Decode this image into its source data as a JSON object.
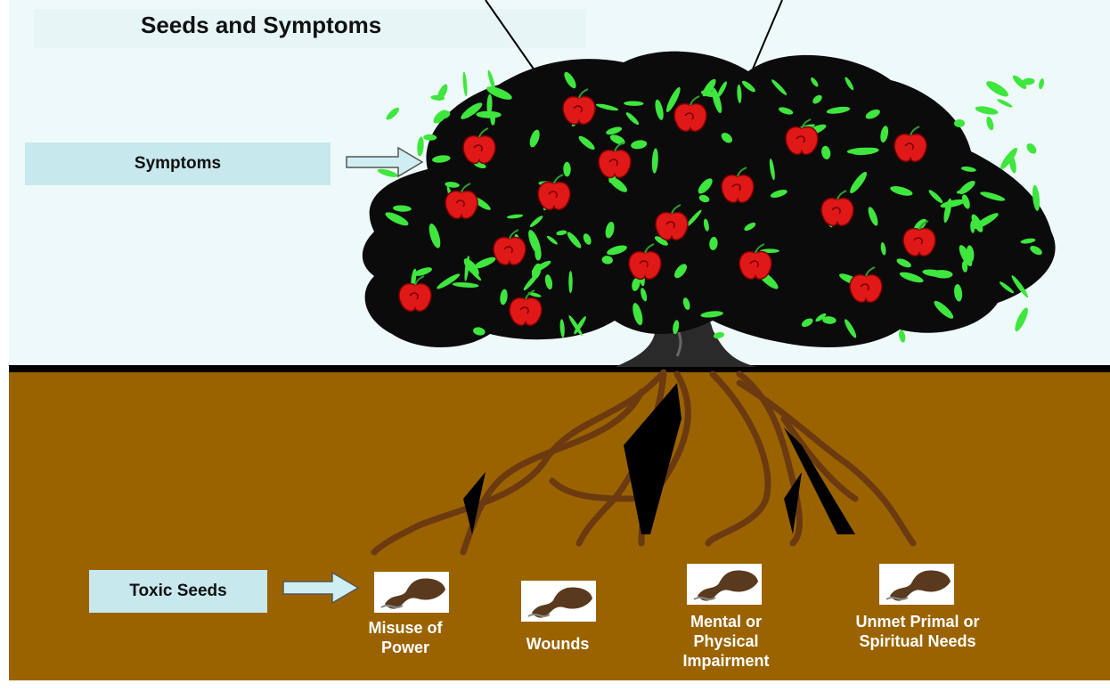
{
  "title": "Seeds and Symptoms",
  "labels": {
    "symptoms": "Symptoms",
    "toxic_seeds": "Toxic Seeds"
  },
  "seeds": [
    {
      "caption": "Misuse of Power"
    },
    {
      "caption": "Wounds"
    },
    {
      "caption": "Mental or Physical Impairment"
    },
    {
      "caption": "Unmet Primal or Spiritual Needs"
    }
  ],
  "colors": {
    "sky": "#eefafa",
    "soil": "#9a6300",
    "label_box": "#c7e8ec",
    "leaf": "#3ee63e",
    "fruit": "#e01818",
    "root": "#6b3a10"
  },
  "icons": [
    "arrow-right-icon",
    "seed-icon",
    "apple-icon",
    "leaf-icon"
  ]
}
